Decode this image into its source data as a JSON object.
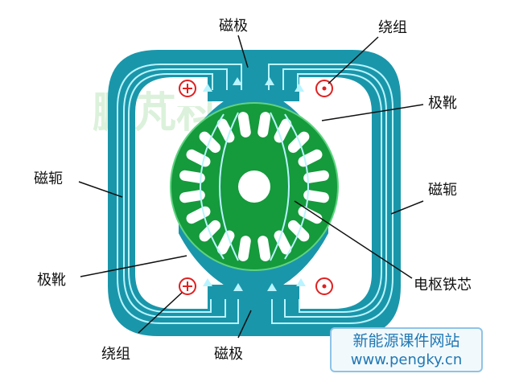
{
  "labels": {
    "pole_top": "磁极",
    "pole_bottom": "磁极",
    "winding_top": "绕组",
    "winding_bottom": "绕组",
    "pole_shoe_top": "极靴",
    "pole_shoe_bottom": "极靴",
    "yoke_left": "磁轭",
    "yoke_right": "磁轭",
    "armature_core": "电枢铁芯"
  },
  "watermark": "鹏芃科艺",
  "credit": {
    "line1": "新能源课件网站",
    "line2": "www.pengky.cn"
  },
  "colors": {
    "yoke": "#1a96aa",
    "yoke_dark": "#116f80",
    "flux_line": "#b8f4ff",
    "armature": "#159a3c",
    "slot": "#ffffff",
    "coil_mark": "#e02020",
    "credit_text": "#1f78b4"
  },
  "symbols": {
    "coil_plus": "⊕",
    "coil_dot": "⊙"
  },
  "slot_count": 20
}
